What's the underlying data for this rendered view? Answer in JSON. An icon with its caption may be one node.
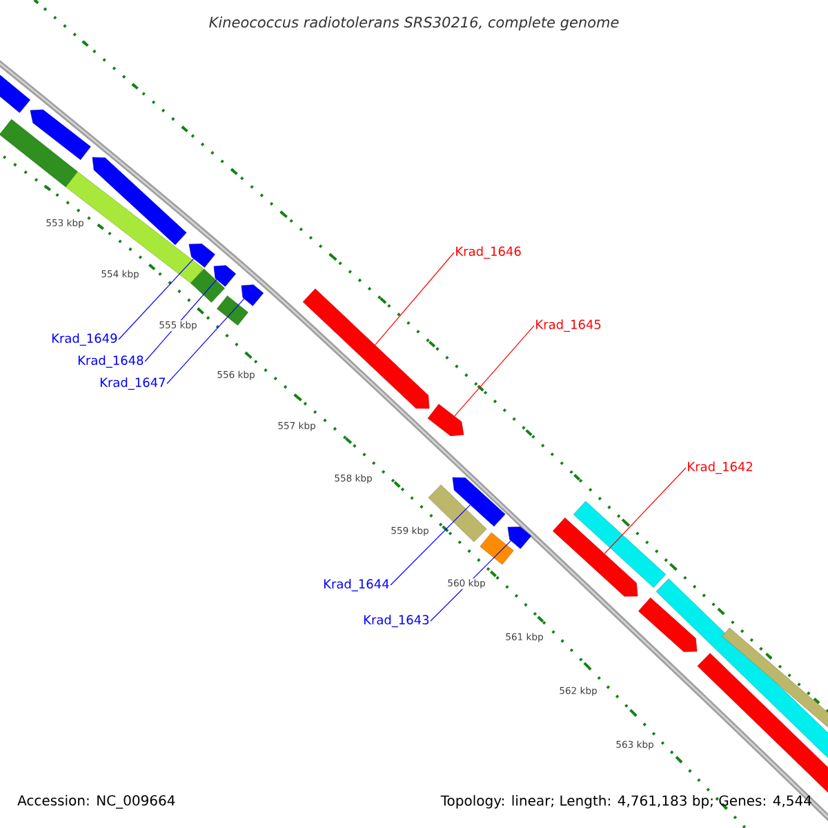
{
  "diagram": {
    "title": "Kineococcus radiotolerans SRS30216, complete genome",
    "nodes": [
      {
        "text": [
          "Krad_1646"
        ]
      },
      {
        "text": [
          "Krad_1645"
        ]
      },
      {
        "text": [
          "Krad_1649"
        ]
      },
      {
        "text": [
          "Krad_1648"
        ]
      },
      {
        "text": [
          "Krad_1647"
        ]
      },
      {
        "text": [
          "Krad_1642"
        ]
      },
      {
        "text": [
          "Krad_1644"
        ]
      },
      {
        "text": [
          "Krad_1643"
        ]
      },
      {
        "text": [],
        "shape": "bar"
      },
      {
        "text": [],
        "shape": "bar"
      },
      {
        "text": [],
        "shape": "bar"
      },
      {
        "text": [],
        "shape": "bar"
      },
      {
        "text": [],
        "shape": "bar"
      },
      {
        "text": [],
        "shape": "bar"
      },
      {
        "text": [],
        "shape": "bar"
      },
      {
        "text": [],
        "shape": "bar"
      },
      {
        "text": [],
        "shape": "bar"
      },
      {
        "text": [],
        "shape": "bar"
      },
      {
        "text": [],
        "shape": "bar"
      },
      {
        "text": [],
        "shape": "bar"
      },
      {
        "text": [],
        "shape": "bar"
      },
      {
        "text": [],
        "shape": "bar"
      },
      {
        "text": [],
        "shape": "bar"
      },
      {
        "text": [],
        "shape": "bar"
      },
      {
        "text": [],
        "shape": "bar"
      },
      {
        "text": [],
        "shape": "bar"
      },
      {
        "text": [],
        "shape": "bar"
      },
      {
        "text": [],
        "shape": "bar"
      },
      {
        "text": [],
        "shape": "bar"
      },
      {
        "text": [],
        "shape": "bar"
      }
    ],
    "edges": [
      {
        "from": 0,
        "to": 18,
        "arrow": "none",
        "color": "#ff0000"
      },
      {
        "from": 1,
        "to": 19,
        "arrow": "none",
        "color": "#ff0000"
      },
      {
        "from": 2,
        "to": 13,
        "arrow": "none",
        "color": "#0000ff"
      },
      {
        "from": 3,
        "to": 15,
        "arrow": "none",
        "color": "#0000ff"
      },
      {
        "from": 4,
        "to": 17,
        "arrow": "none",
        "color": "#0000ff"
      },
      {
        "from": 5,
        "to": 24,
        "arrow": "none",
        "color": "#ff0000"
      },
      {
        "from": 6,
        "to": 21,
        "arrow": "none",
        "color": "#0000ff"
      },
      {
        "from": 7,
        "to": 23,
        "arrow": "none",
        "color": "#0000ff"
      }
    ],
    "labels": [
      "553 kbp",
      "554 kbp",
      "555 kbp",
      "556 kbp",
      "557 kbp",
      "558 kbp",
      "559 kbp",
      "560 kbp",
      "561 kbp",
      "562 kbp",
      "563 kbp",
      "Accession: NC_009664",
      "Topology: linear; Length: 4,761,183 bp; Genes: 4,544"
    ]
  }
}
